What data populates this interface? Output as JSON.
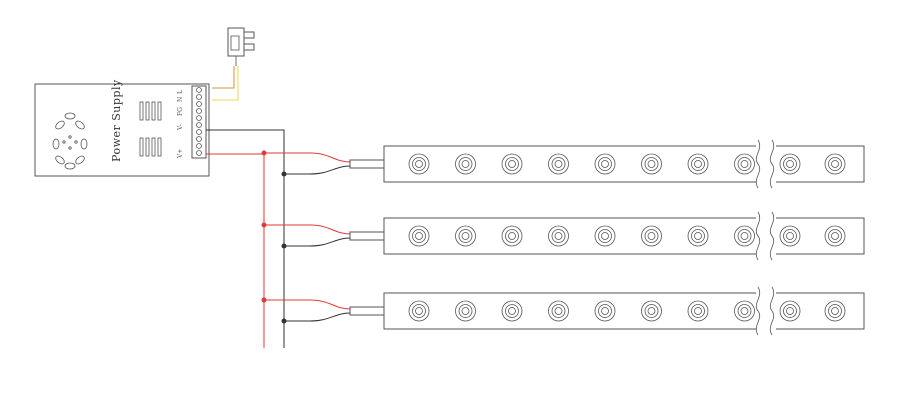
{
  "power_supply": {
    "label": "Power Supply",
    "terminals": [
      "V+",
      "V-",
      "FG",
      "N",
      "L"
    ]
  },
  "led_strips": [
    {
      "id": "strip-1",
      "led_count": 10
    },
    {
      "id": "strip-2",
      "led_count": 10
    },
    {
      "id": "strip-3",
      "led_count": 10
    }
  ],
  "colors": {
    "positive_wire": "#e23a3a",
    "negative_wire": "#333333",
    "live_wire": "#d9903a",
    "neutral_wire": "#e8d84a",
    "outline": "#555555"
  }
}
